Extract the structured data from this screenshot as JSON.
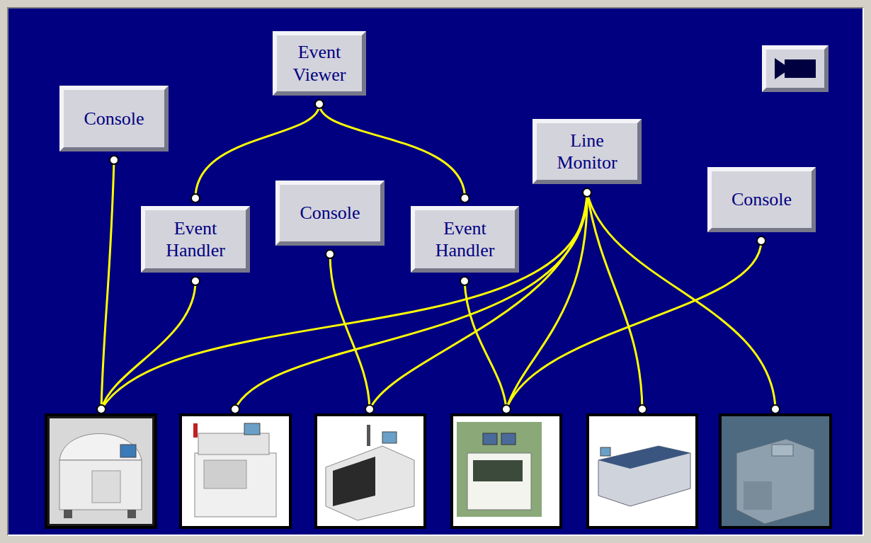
{
  "diagram": {
    "nodes": [
      {
        "text": [
          "Event Viewer"
        ]
      },
      {
        "text": [
          "Console"
        ]
      },
      {
        "text": [
          "Line Monitor"
        ]
      },
      {
        "text": [
          "Event Handler"
        ]
      },
      {
        "text": [
          "Console"
        ]
      },
      {
        "text": [
          "Event Handler"
        ]
      },
      {
        "text": [
          "Console"
        ]
      }
    ],
    "edges": [
      {
        "from": 0,
        "to": 3,
        "arrow": "none"
      },
      {
        "from": 0,
        "to": 5,
        "arrow": "none"
      }
    ]
  }
}
